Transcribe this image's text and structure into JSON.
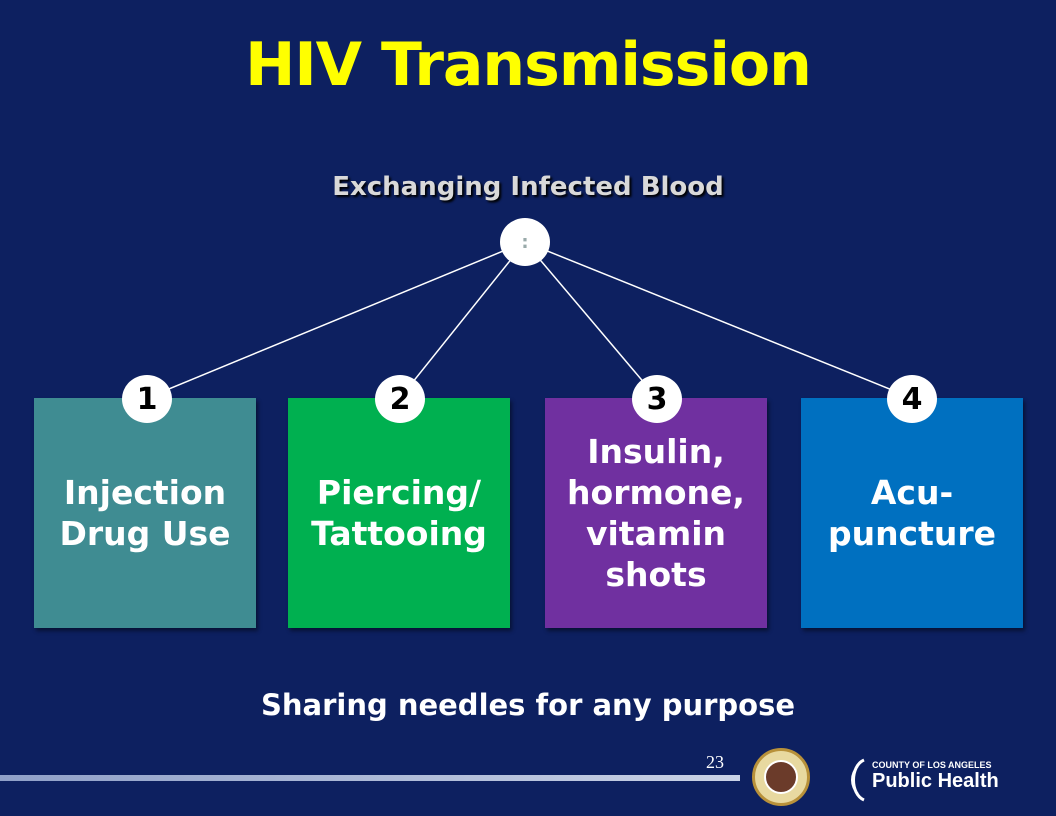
{
  "title": "HIV Transmission",
  "subtitle": "Exchanging Infected Blood",
  "hub_label": ":",
  "colors": {
    "background": "#0d2060",
    "title": "#ffff00",
    "box1": "#3f8c92",
    "box2": "#00b050",
    "box3": "#7030a0",
    "box4": "#0070c0"
  },
  "routes": [
    {
      "number": "1",
      "label": "Injection Drug Use"
    },
    {
      "number": "2",
      "label": "Piercing/ Tattooing"
    },
    {
      "number": "3",
      "label": "Insulin, hormone, vitamin shots"
    },
    {
      "number": "4",
      "label": "Acu-puncture"
    }
  ],
  "footer": "Sharing needles for any purpose",
  "page_number": "23",
  "logo": {
    "line1": "COUNTY OF LOS ANGELES",
    "line2": "Public Health",
    "mark": "public-health-logo-icon",
    "seal": "county-seal-icon"
  }
}
